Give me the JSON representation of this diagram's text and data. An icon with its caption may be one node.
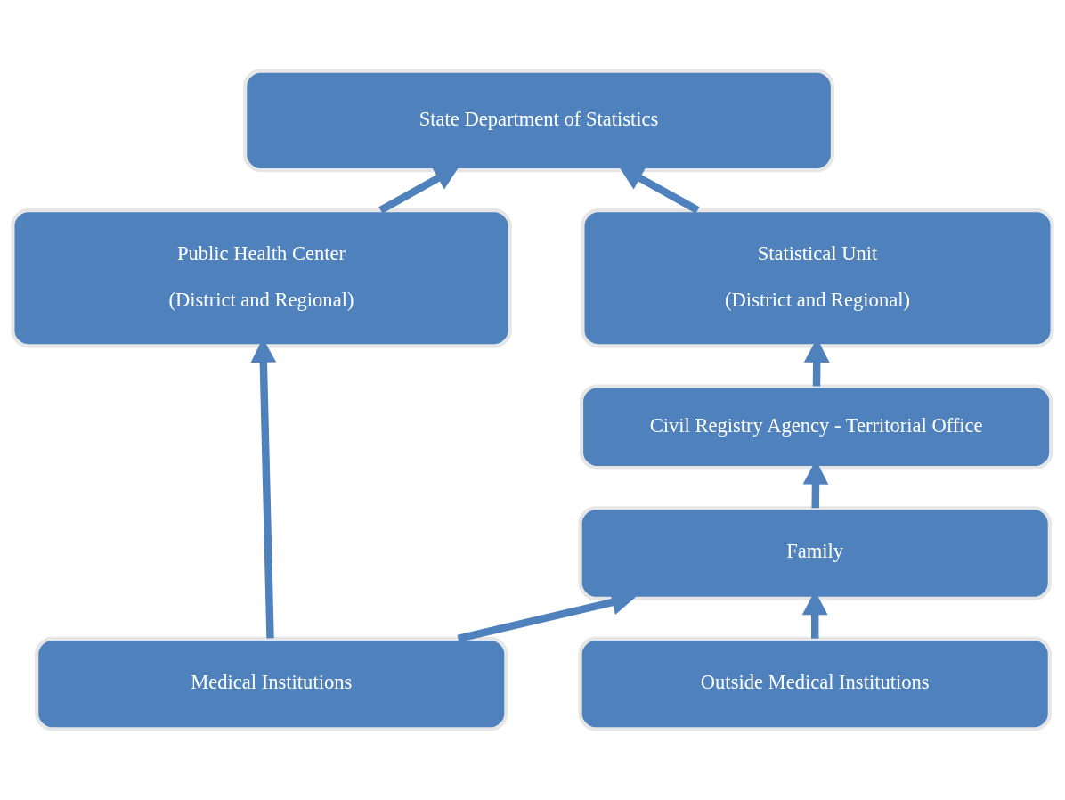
{
  "diagram": {
    "nodes": [
      {
        "text": [
          "State Department of Statistics"
        ]
      },
      {
        "text": [
          "Public Health Center",
          "(District and Regional)"
        ]
      },
      {
        "text": [
          "Statistical Unit",
          "(District and Regional)"
        ]
      },
      {
        "text": [
          "Civil Registry Agency - Territorial Office"
        ]
      },
      {
        "text": [
          "Family"
        ]
      },
      {
        "text": [
          "Medical Institutions"
        ]
      },
      {
        "text": [
          "Outside Medical Institutions"
        ]
      }
    ],
    "edges": [
      {
        "from": 1,
        "to": 0,
        "arrow": "to"
      },
      {
        "from": 2,
        "to": 0,
        "arrow": "to"
      },
      {
        "from": 5,
        "to": 1,
        "arrow": "to"
      },
      {
        "from": 3,
        "to": 2,
        "arrow": "to"
      },
      {
        "from": 4,
        "to": 3,
        "arrow": "to"
      },
      {
        "from": 6,
        "to": 4,
        "arrow": "to"
      },
      {
        "from": 5,
        "to": 4,
        "arrow": "to"
      }
    ]
  }
}
